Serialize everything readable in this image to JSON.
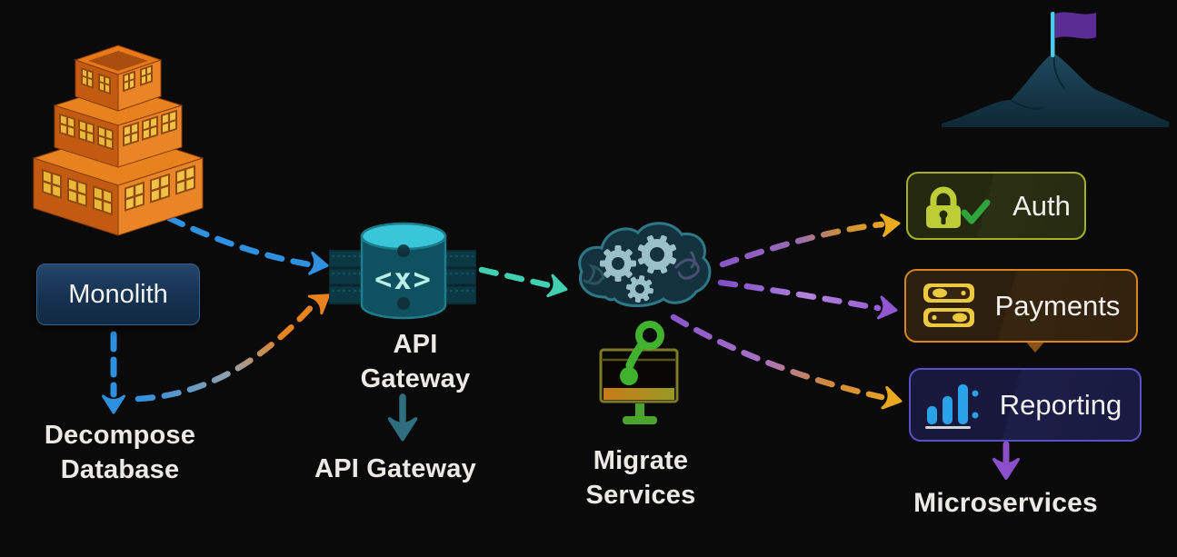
{
  "nodes": {
    "monolith": {
      "label": "Monolith"
    },
    "decompose": {
      "line1": "Decompose",
      "line2": "Database"
    },
    "gateway": {
      "line1": "API",
      "line2": "Gateway",
      "glyph": "<x>",
      "caption": "API Gateway"
    },
    "migrate": {
      "line1": "Migrate",
      "line2": "Services"
    },
    "auth": {
      "label": "Auth"
    },
    "payments": {
      "label": "Payments"
    },
    "reporting": {
      "label": "Reporting"
    },
    "microservices": {
      "label": "Microservices"
    }
  },
  "icons": {
    "building": "monolith-building-icon",
    "gateway": "api-gateway-pipe-cylinder-icon",
    "cloud": "cloud-gears-icon",
    "monitor": "question-mark-monitor-icon",
    "lock": "lock-icon",
    "check": "check-icon",
    "money": "banknotes-icon",
    "chart": "bar-chart-icon",
    "mountain": "mountain-flag-icon"
  },
  "edges": [
    {
      "from": "monolith-building",
      "to": "api-gateway",
      "style": "dashed",
      "color": "blue"
    },
    {
      "from": "monolith",
      "to": "decompose-database",
      "style": "dashed",
      "color": "blue"
    },
    {
      "from": "decompose-database",
      "to": "api-gateway",
      "style": "dashed",
      "color": "blue-to-orange"
    },
    {
      "from": "api-gateway",
      "to": "migrate-services-cloud",
      "style": "dashed",
      "color": "teal"
    },
    {
      "from": "api-gateway-icon",
      "to": "api-gateway-caption",
      "style": "solid",
      "color": "dark-teal"
    },
    {
      "from": "migrate-services-cloud",
      "to": "auth",
      "style": "dashed",
      "color": "purple-to-gold"
    },
    {
      "from": "migrate-services-cloud",
      "to": "payments",
      "style": "dashed",
      "color": "purple"
    },
    {
      "from": "migrate-services-cloud",
      "to": "reporting",
      "style": "dashed",
      "color": "purple-to-gold"
    },
    {
      "from": "reporting",
      "to": "microservices",
      "style": "solid",
      "color": "purple"
    }
  ],
  "colors": {
    "background": "#0a0a0b",
    "text": "#efeeea",
    "arrow_blue": "#2f90e0",
    "arrow_orange": "#e8821c",
    "arrow_teal": "#40cfb0",
    "arrow_purple": "#8a56c9",
    "arrow_gold": "#e9a81e",
    "arrow_dark_teal": "#2e6e7e",
    "monolith_box_bg": "#1a3657",
    "monolith_box_border": "#35608c",
    "auth_border": "#a3b123",
    "auth_bg": "#24280f",
    "auth_lock": "#bccd35",
    "auth_check": "#2fa43c",
    "payments_border": "#d8851f",
    "payments_bg": "#2d1f0e",
    "payments_icon": "#ecc93e",
    "reporting_border": "#5a50c4",
    "reporting_bg": "#17183c",
    "reporting_icon": "#2aa2e8",
    "building_orange": "#e07c20",
    "cloud_fill": "#13323d",
    "cloud_stroke": "#2e7787",
    "gear": "#9cc0c8",
    "monitor_green": "#41b22e",
    "mountain": "#1c4558",
    "flag": "#5c2c95",
    "flag_pole": "#4ecbe8",
    "cylinder": "#0f5160",
    "cylinder_top": "#39c6d8"
  }
}
